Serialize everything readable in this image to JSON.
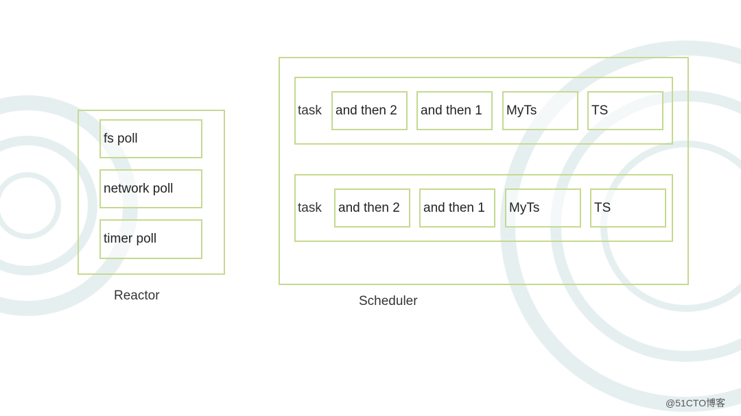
{
  "reactor": {
    "label": "Reactor",
    "items": [
      "fs poll",
      "network poll",
      "timer poll"
    ]
  },
  "scheduler": {
    "label": "Scheduler",
    "rows": [
      {
        "label": "task",
        "items": [
          "and then 2",
          "and then 1",
          "MyTs",
          "TS"
        ]
      },
      {
        "label": "task",
        "items": [
          "and then 2",
          "and then 1",
          "MyTs",
          "TS"
        ]
      }
    ]
  },
  "watermark": "@51CTO博客",
  "colors": {
    "border": "#c5d98f",
    "decoration": "#e6eff0"
  }
}
